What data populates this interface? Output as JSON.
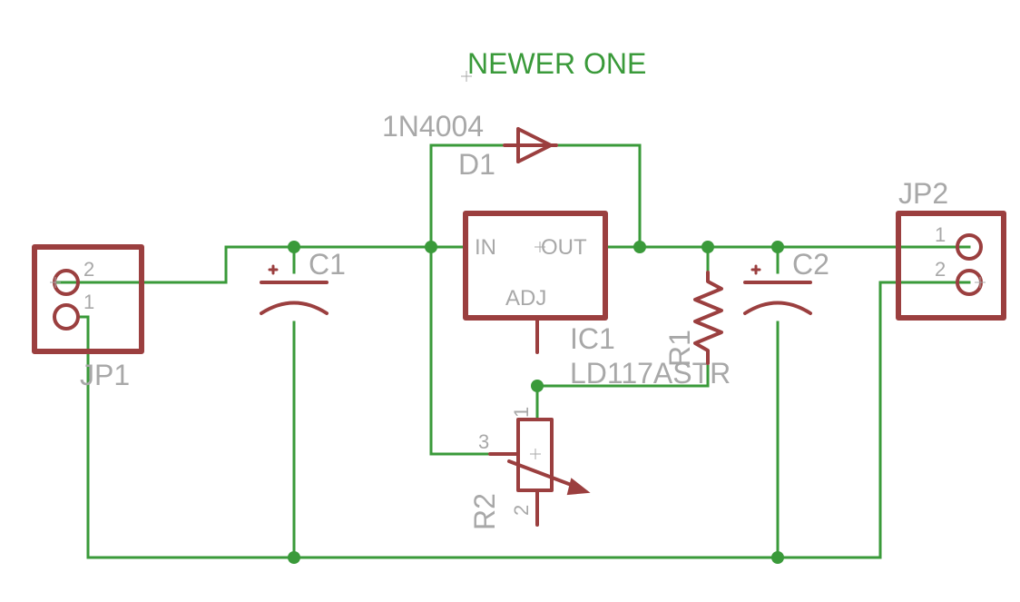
{
  "title": "NEWER ONE",
  "colors": {
    "wire": "#3a9a3a",
    "symbol": "#9b3f3f",
    "label": "#a8a8a8",
    "background": "#ffffff"
  },
  "components": {
    "jp1": {
      "name": "JP1",
      "pin_top": "2",
      "pin_bottom": "1"
    },
    "jp2": {
      "name": "JP2",
      "pin_top": "1",
      "pin_bottom": "2"
    },
    "c1": {
      "name": "C1"
    },
    "c2": {
      "name": "C2"
    },
    "d1": {
      "name": "D1",
      "value": "1N4004"
    },
    "ic1": {
      "name": "IC1",
      "value": "LD117ASTR",
      "pin_in": "IN",
      "pin_out": "OUT",
      "pin_adj": "ADJ"
    },
    "r1": {
      "name": "R1"
    },
    "r2": {
      "name": "R2",
      "pin1": "1",
      "pin2": "2",
      "pin3": "3"
    }
  }
}
